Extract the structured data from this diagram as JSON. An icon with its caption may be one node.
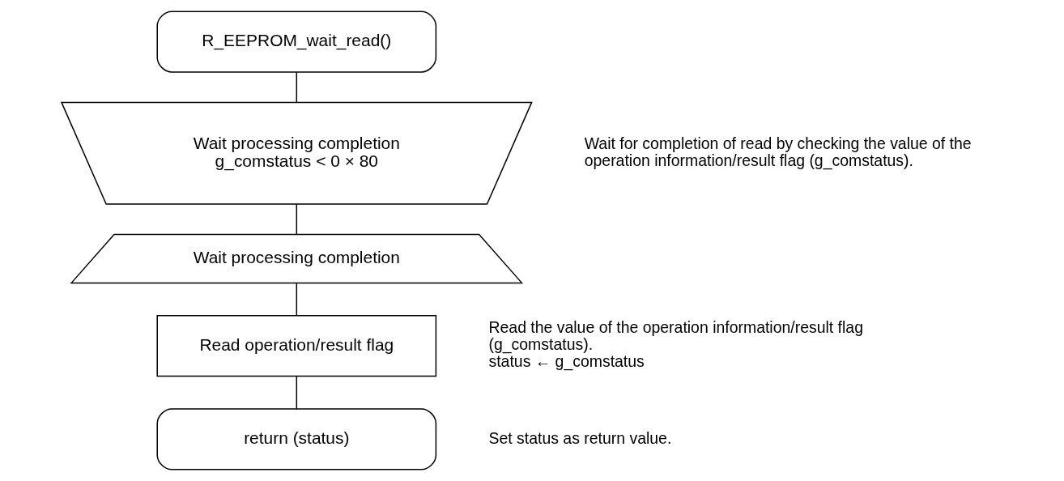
{
  "diagram": {
    "nodes": [
      {
        "text": [
          "R_EEPROM_wait_read()"
        ]
      },
      {
        "text": [
          "Wait processing completion",
          "g_comstatus < 0 × 80"
        ],
        "beside": [
          "Wait for completion of read by checking the value of the operation information/result flag (g_comstatus)."
        ]
      },
      {
        "text": [
          "Wait processing completion"
        ]
      },
      {
        "text": [
          "Read operation/result flag"
        ],
        "beside": [
          "Read the value of the operation information/result flag (g_comstatus).",
          "status ← g_comstatus"
        ]
      },
      {
        "text": [
          "return (status)"
        ],
        "beside": [
          "Set status as return value."
        ]
      }
    ],
    "edges": [
      {
        "from": 0,
        "to": 1,
        "arrow": "none"
      },
      {
        "from": 1,
        "to": 2,
        "arrow": "none"
      },
      {
        "from": 2,
        "to": 3,
        "arrow": "none"
      },
      {
        "from": 3,
        "to": 4,
        "arrow": "none"
      }
    ]
  }
}
